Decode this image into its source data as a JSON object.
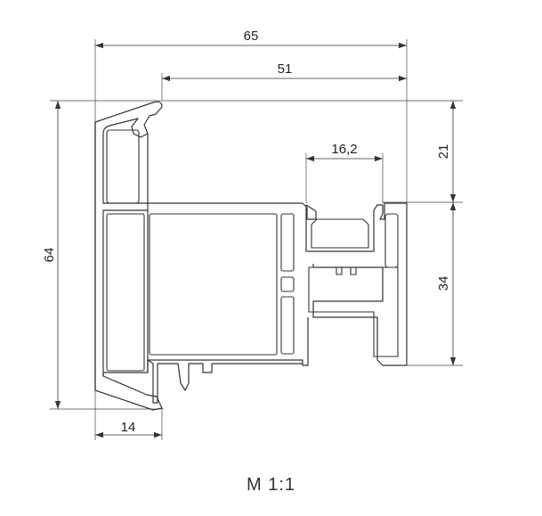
{
  "dimensions": {
    "overall_width": "65",
    "inner_width": "51",
    "groove_width": "16,2",
    "overall_height": "64",
    "upper_height": "21",
    "lower_height": "34",
    "lip_width": "14"
  },
  "scale_label": "M 1:1"
}
